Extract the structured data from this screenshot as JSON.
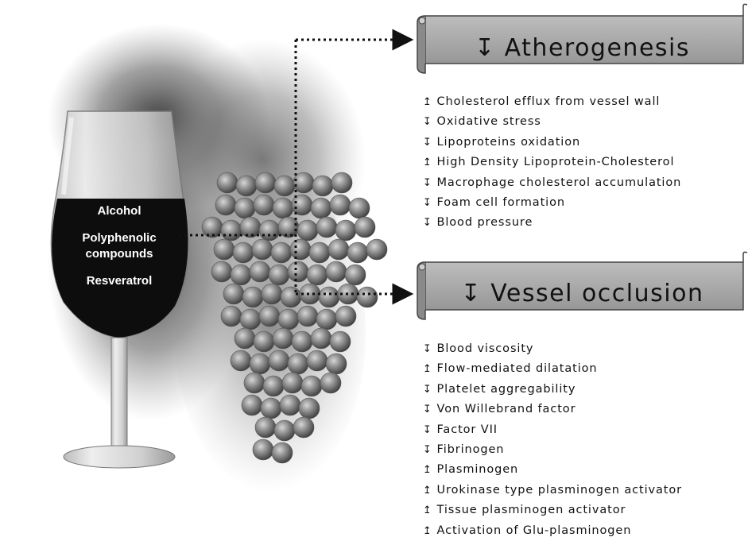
{
  "glass": {
    "labels": [
      "Alcohol",
      "Polyphenolic compounds",
      "Resveratrol"
    ]
  },
  "atherogenesis": {
    "title": "↧ Atherogenesis",
    "effects": [
      {
        "arrow": "↥",
        "text": "Cholesterol efflux from vessel wall"
      },
      {
        "arrow": "↧",
        "text": "Oxidative stress"
      },
      {
        "arrow": "↧",
        "text": "Lipoproteins oxidation"
      },
      {
        "arrow": "↥",
        "text": "High Density Lipoprotein-Cholesterol"
      },
      {
        "arrow": "↧",
        "text": "Macrophage cholesterol accumulation"
      },
      {
        "arrow": "↧",
        "text": "Foam cell formation"
      },
      {
        "arrow": "↧",
        "text": "Blood pressure"
      }
    ]
  },
  "vessel_occlusion": {
    "title": "↧ Vessel occlusion",
    "effects": [
      {
        "arrow": "↧",
        "text": "Blood viscosity"
      },
      {
        "arrow": "↥",
        "text": "Flow-mediated dilatation"
      },
      {
        "arrow": "↧",
        "text": "Platelet aggregability"
      },
      {
        "arrow": "↧",
        "text": "Von Willebrand factor"
      },
      {
        "arrow": "↧",
        "text": "Factor VII"
      },
      {
        "arrow": "↧",
        "text": "Fibrinogen"
      },
      {
        "arrow": "↥",
        "text": "Plasminogen"
      },
      {
        "arrow": "↥",
        "text": "Urokinase type plasminogen activator"
      },
      {
        "arrow": "↥",
        "text": "Tissue plasminogen activator"
      },
      {
        "arrow": "↥",
        "text": "Activation of Glu-plasminogen"
      }
    ]
  },
  "colors": {
    "banner_fill": "#a9a9a9",
    "wine": "#0d0d0d",
    "grape": "#8a8a8a",
    "connector": "#111111"
  }
}
